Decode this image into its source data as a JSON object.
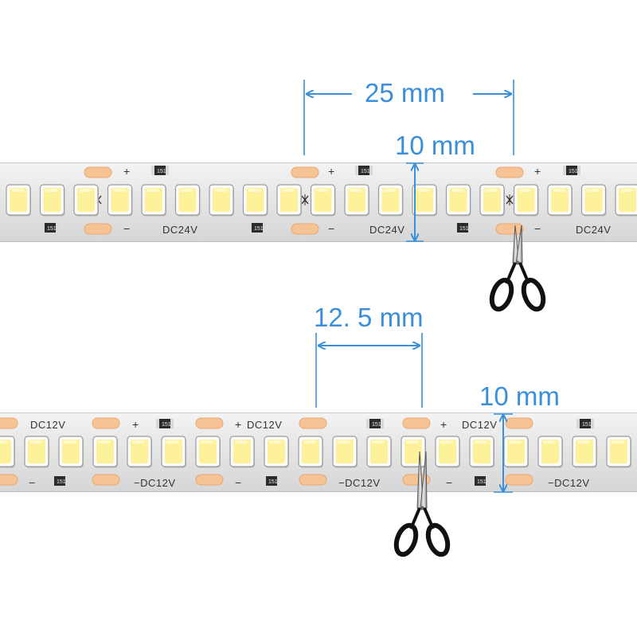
{
  "strip_24v": {
    "voltage_label": "DC24V",
    "plus": "+",
    "minus": "−",
    "resistor_code": "151",
    "cut_spacing": "25 mm",
    "width": "10 mm"
  },
  "strip_12v": {
    "voltage_label": "DC12V",
    "voltage_label_minus": "−DC12V",
    "plus": "+",
    "minus": "−",
    "resistor_code": "151",
    "cut_spacing": "12. 5 mm",
    "width": "10 mm"
  },
  "icons": [
    "scissors-icon",
    "cut-mark-icon"
  ],
  "colors": {
    "pcb": "#e7e7e7",
    "led_body": "#fbfbfb",
    "led_phosphor": "#fdf19a",
    "copper_pad": "#f6c394",
    "dimension": "#3a8fd8",
    "scissors_handle": "#111111"
  }
}
